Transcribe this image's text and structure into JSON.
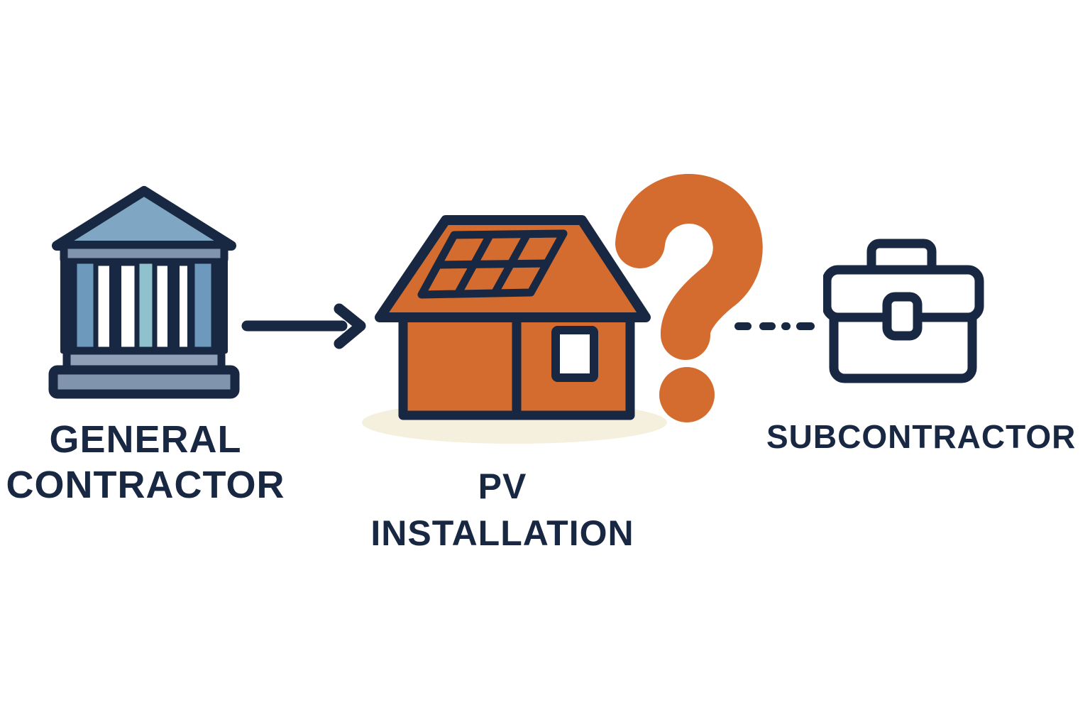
{
  "colors": {
    "navy": "#182742",
    "orange": "#d36c2e",
    "steel_blue": "#7fa6c2",
    "gray_blue": "#8094ad",
    "light_gray_blue": "#8da0b5",
    "column_blue": "#6d9abc",
    "teal": "#8fc2cc",
    "cream": "#f5efdd",
    "background": "#ffffff"
  },
  "diagram": {
    "title": "",
    "nodes": [
      {
        "id": "general-contractor",
        "label": "GENERAL\nCONTRACTOR",
        "icon": "bank-icon"
      },
      {
        "id": "pv-installation",
        "label": "PV\nINSTALLATION",
        "icon": "solar-house-icon"
      },
      {
        "id": "subcontractor",
        "label": "SUBCONTRACTOR",
        "icon": "briefcase-icon"
      }
    ],
    "connectors": [
      {
        "from": "general-contractor",
        "to": "pv-installation",
        "style": "solid-arrow"
      },
      {
        "from": "pv-installation",
        "to": "subcontractor",
        "style": "dashed-line"
      }
    ],
    "annotation": {
      "symbol": "?",
      "meaning": "unknown-subcontractor"
    }
  }
}
